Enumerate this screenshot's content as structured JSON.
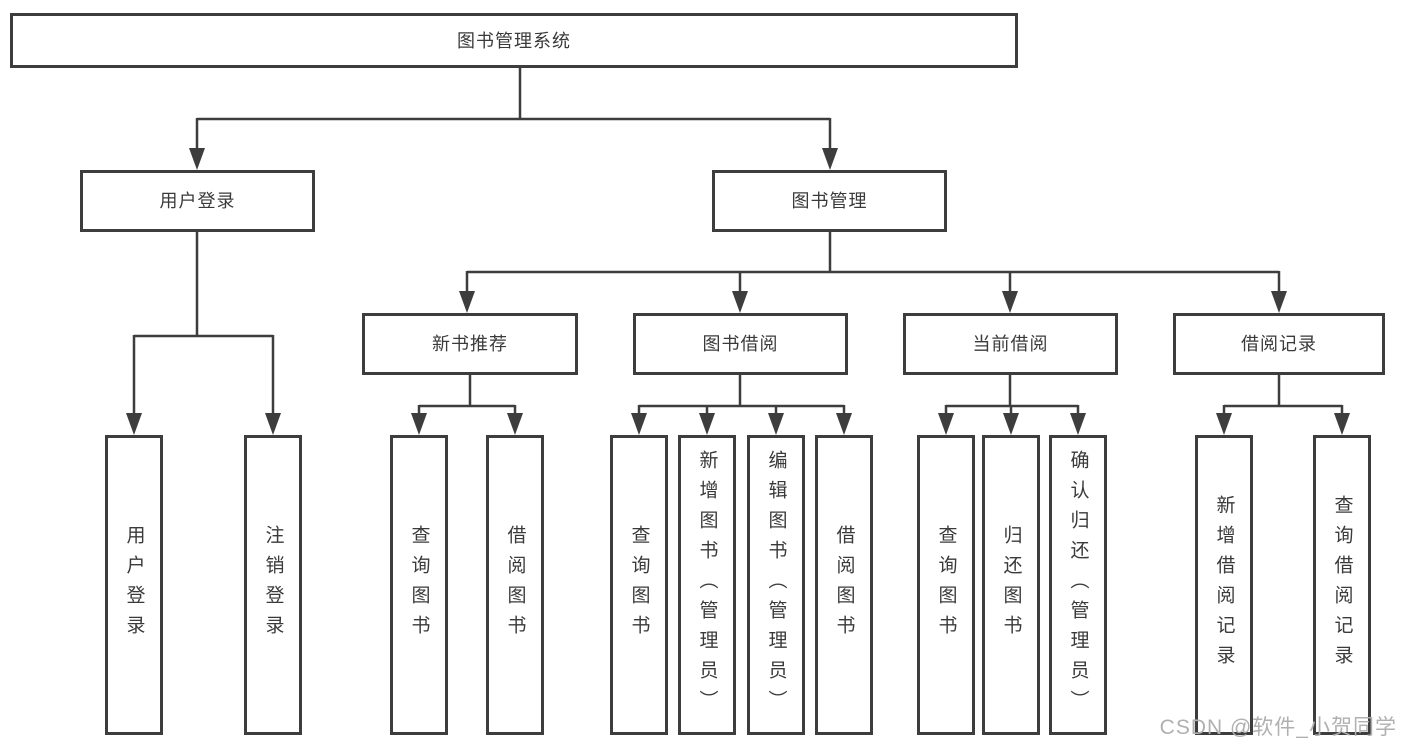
{
  "colors": {
    "line": "#3d3d3d",
    "text": "#3a3a3a",
    "background": "#ffffff",
    "watermark": "#b0b0b0"
  },
  "watermark": {
    "text": "CSDN @软件_小贺同学"
  },
  "tree": {
    "root": {
      "label": "图书管理系统"
    },
    "children": [
      {
        "label": "用户登录",
        "children": [
          {
            "label": "用户登录"
          },
          {
            "label": "注销登录"
          }
        ]
      },
      {
        "label": "图书管理",
        "children": [
          {
            "label": "新书推荐",
            "children": [
              {
                "label": "查询图书"
              },
              {
                "label": "借阅图书"
              }
            ]
          },
          {
            "label": "图书借阅",
            "children": [
              {
                "label": "查询图书"
              },
              {
                "label": "新增图书（管理员）"
              },
              {
                "label": "编辑图书（管理员）"
              },
              {
                "label": "借阅图书"
              }
            ]
          },
          {
            "label": "当前借阅",
            "children": [
              {
                "label": "查询图书"
              },
              {
                "label": "归还图书"
              },
              {
                "label": "确认归还（管理员）"
              }
            ]
          },
          {
            "label": "借阅记录",
            "children": [
              {
                "label": "新增借阅记录"
              },
              {
                "label": "查询借阅记录"
              }
            ]
          }
        ]
      }
    ]
  }
}
